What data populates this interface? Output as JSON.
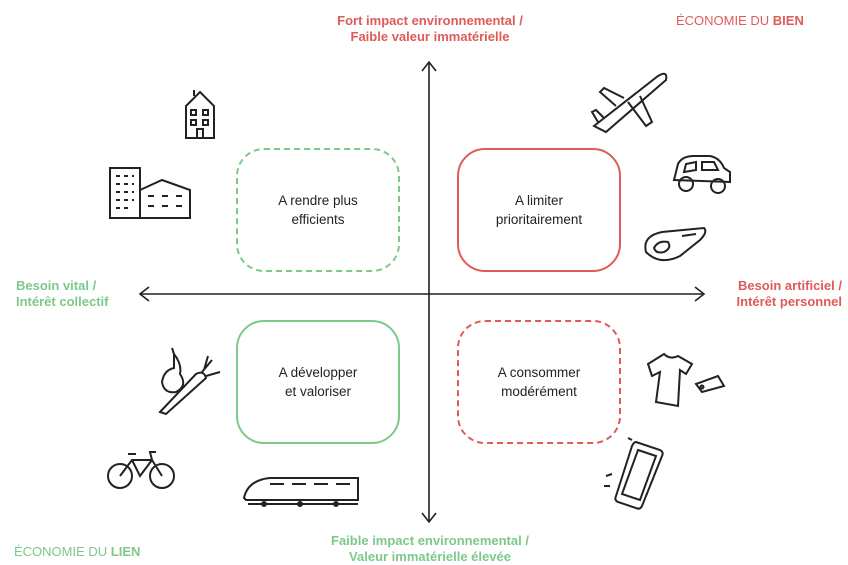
{
  "axes": {
    "top": [
      "Fort impact environnemental /",
      "Faible valeur immatérielle"
    ],
    "bottom": [
      "Faible impact environnemental /",
      "Valeur immatérielle élevée"
    ],
    "left": [
      "Besoin vital /",
      "Intérêt collectif"
    ],
    "right": [
      "Besoin artificiel /",
      "Intérêt personnel"
    ]
  },
  "corners": {
    "top_right": {
      "prefix": "ÉCONOMIE DU ",
      "strong": "BIEN"
    },
    "bottom_left": {
      "prefix": "ÉCONOMIE DU ",
      "strong": "LIEN"
    }
  },
  "quadrants": {
    "top_left": "A rendre plus\nefficients",
    "top_right": "A limiter\nprioritairement",
    "bottom_left": "A développer\net valoriser",
    "bottom_right": "A consommer\nmodérément"
  },
  "colors": {
    "red": "#e05a5a",
    "green": "#7cc98a",
    "ink": "#222222"
  },
  "icons": {
    "top_left": [
      "house-icon",
      "apartment-buildings-icon"
    ],
    "top_right": [
      "airplane-icon",
      "car-icon",
      "steak-icon"
    ],
    "bottom_left": [
      "vegetables-icon",
      "bicycle-icon",
      "train-icon"
    ],
    "bottom_right": [
      "tshirt-icon",
      "smartphone-icon"
    ]
  }
}
